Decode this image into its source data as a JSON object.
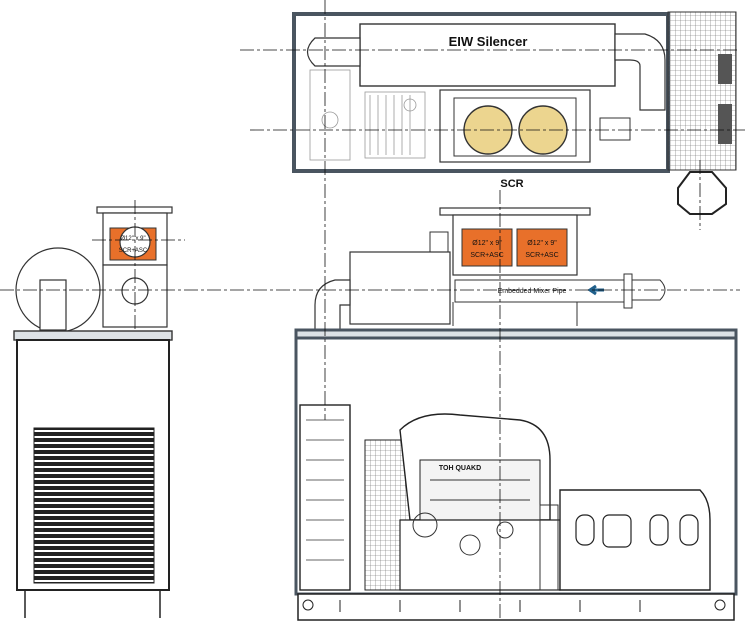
{
  "labels": {
    "silencer": "EIW Silencer",
    "scr_title": "SCR",
    "scr_left_dim": "Ø12\" x 9\"",
    "scr_left_type": "SCR+ASC",
    "scr_right_dim": "Ø12\" x 9\"",
    "scr_right_type": "SCR+ASC",
    "mixer_pipe": "Embedded Mixer Pipe",
    "engine_brand": "TOH QUAKD",
    "side_dim": "Ø12\" x 9\"",
    "side_type": "SCR+ASC"
  },
  "colors": {
    "scr_orange": "#e8702a",
    "catalyst_yellow": "#ecd58f",
    "enclosure_gray": "#4a5560",
    "flow_arrow": "#1f5f8b"
  }
}
